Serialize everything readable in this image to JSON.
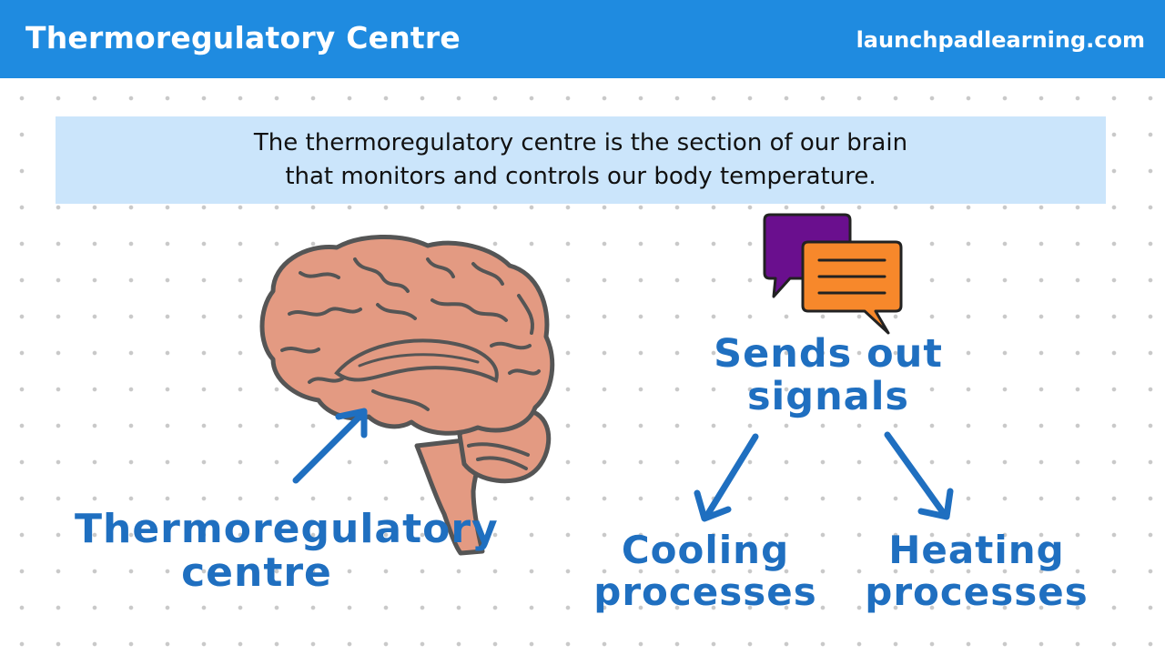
{
  "header": {
    "title": "Thermoregulatory Centre",
    "site": "launchpadlearning.com"
  },
  "definition": {
    "line1": "The thermoregulatory centre is the section of our brain",
    "line2": "that monitors and controls our body temperature."
  },
  "labels": {
    "brain_line1": "Thermoregulatory",
    "brain_line2": "centre",
    "signals_line1": "Sends out",
    "signals_line2": "signals",
    "cooling_line1": "Cooling",
    "cooling_line2": "processes",
    "heating_line1": "Heating",
    "heating_line2": "processes"
  },
  "colors": {
    "header_bg": "#1f8be0",
    "definition_bg": "#cbe5fb",
    "handwriting": "#1f6fc0",
    "brain_fill": "#e39a82",
    "brain_stroke": "#555555",
    "speech_purple": "#6a0f8e",
    "speech_orange": "#f7882b"
  },
  "icons": [
    "brain-illustration",
    "speech-bubbles-icon",
    "arrow-icon"
  ]
}
